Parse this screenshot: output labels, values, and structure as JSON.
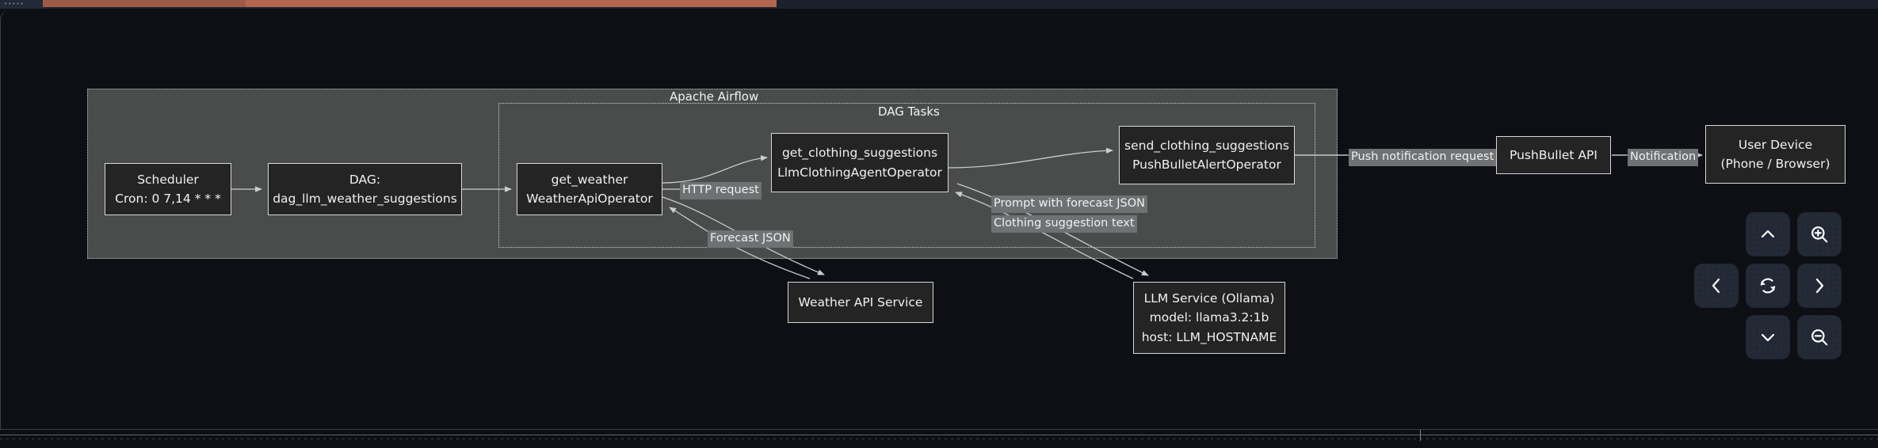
{
  "window": {
    "accent_color": "#b2654f",
    "canvas_bg": "#0d0f15",
    "group_bg": "#4a4b4b",
    "node_bg": "#242424",
    "node_border": "#d6d8da",
    "edge_color": "#c9ccd0",
    "label_bg": "#6f7173"
  },
  "diagram": {
    "type": "flowchart",
    "groups": [
      {
        "id": "airflow",
        "label": "Apache Airflow"
      },
      {
        "id": "dagtasks",
        "label": "DAG Tasks"
      }
    ],
    "nodes": [
      {
        "id": "scheduler",
        "lines": [
          "Scheduler",
          "Cron: 0 7,14 * * *"
        ]
      },
      {
        "id": "dag",
        "lines": [
          "DAG:",
          "dag_llm_weather_suggestions"
        ]
      },
      {
        "id": "get_weather",
        "lines": [
          "get_weather",
          "WeatherApiOperator"
        ]
      },
      {
        "id": "get_clothing",
        "lines": [
          "get_clothing_suggestions",
          "LlmClothingAgentOperator"
        ]
      },
      {
        "id": "send_clothing",
        "lines": [
          "send_clothing_suggestions",
          "PushBulletAlertOperator"
        ]
      },
      {
        "id": "pushbullet",
        "lines": [
          "PushBullet API"
        ]
      },
      {
        "id": "user_device",
        "lines": [
          "User Device",
          "(Phone / Browser)"
        ]
      },
      {
        "id": "weather_api",
        "lines": [
          "Weather API Service"
        ]
      },
      {
        "id": "llm_service",
        "lines": [
          "LLM Service (Ollama)",
          "model: llama3.2:1b",
          "host: LLM_HOSTNAME"
        ]
      }
    ],
    "edge_labels": [
      {
        "id": "http_request",
        "text": "HTTP request"
      },
      {
        "id": "forecast_json",
        "text": "Forecast JSON"
      },
      {
        "id": "prompt_json",
        "text": "Prompt with forecast JSON"
      },
      {
        "id": "clothing_text",
        "text": "Clothing suggestion text"
      },
      {
        "id": "push_request",
        "text": "Push notification request"
      },
      {
        "id": "notification",
        "text": "Notification"
      }
    ]
  },
  "navpad": {
    "buttons": [
      {
        "id": "pan-up",
        "icon": "chevron-up-icon"
      },
      {
        "id": "zoom-in",
        "icon": "zoom-in-icon"
      },
      {
        "id": "pan-left",
        "icon": "chevron-left-icon"
      },
      {
        "id": "reset",
        "icon": "reset-icon"
      },
      {
        "id": "pan-right",
        "icon": "chevron-right-icon"
      },
      {
        "id": "pan-down",
        "icon": "chevron-down-icon"
      },
      {
        "id": "zoom-out",
        "icon": "zoom-out-icon"
      }
    ]
  }
}
